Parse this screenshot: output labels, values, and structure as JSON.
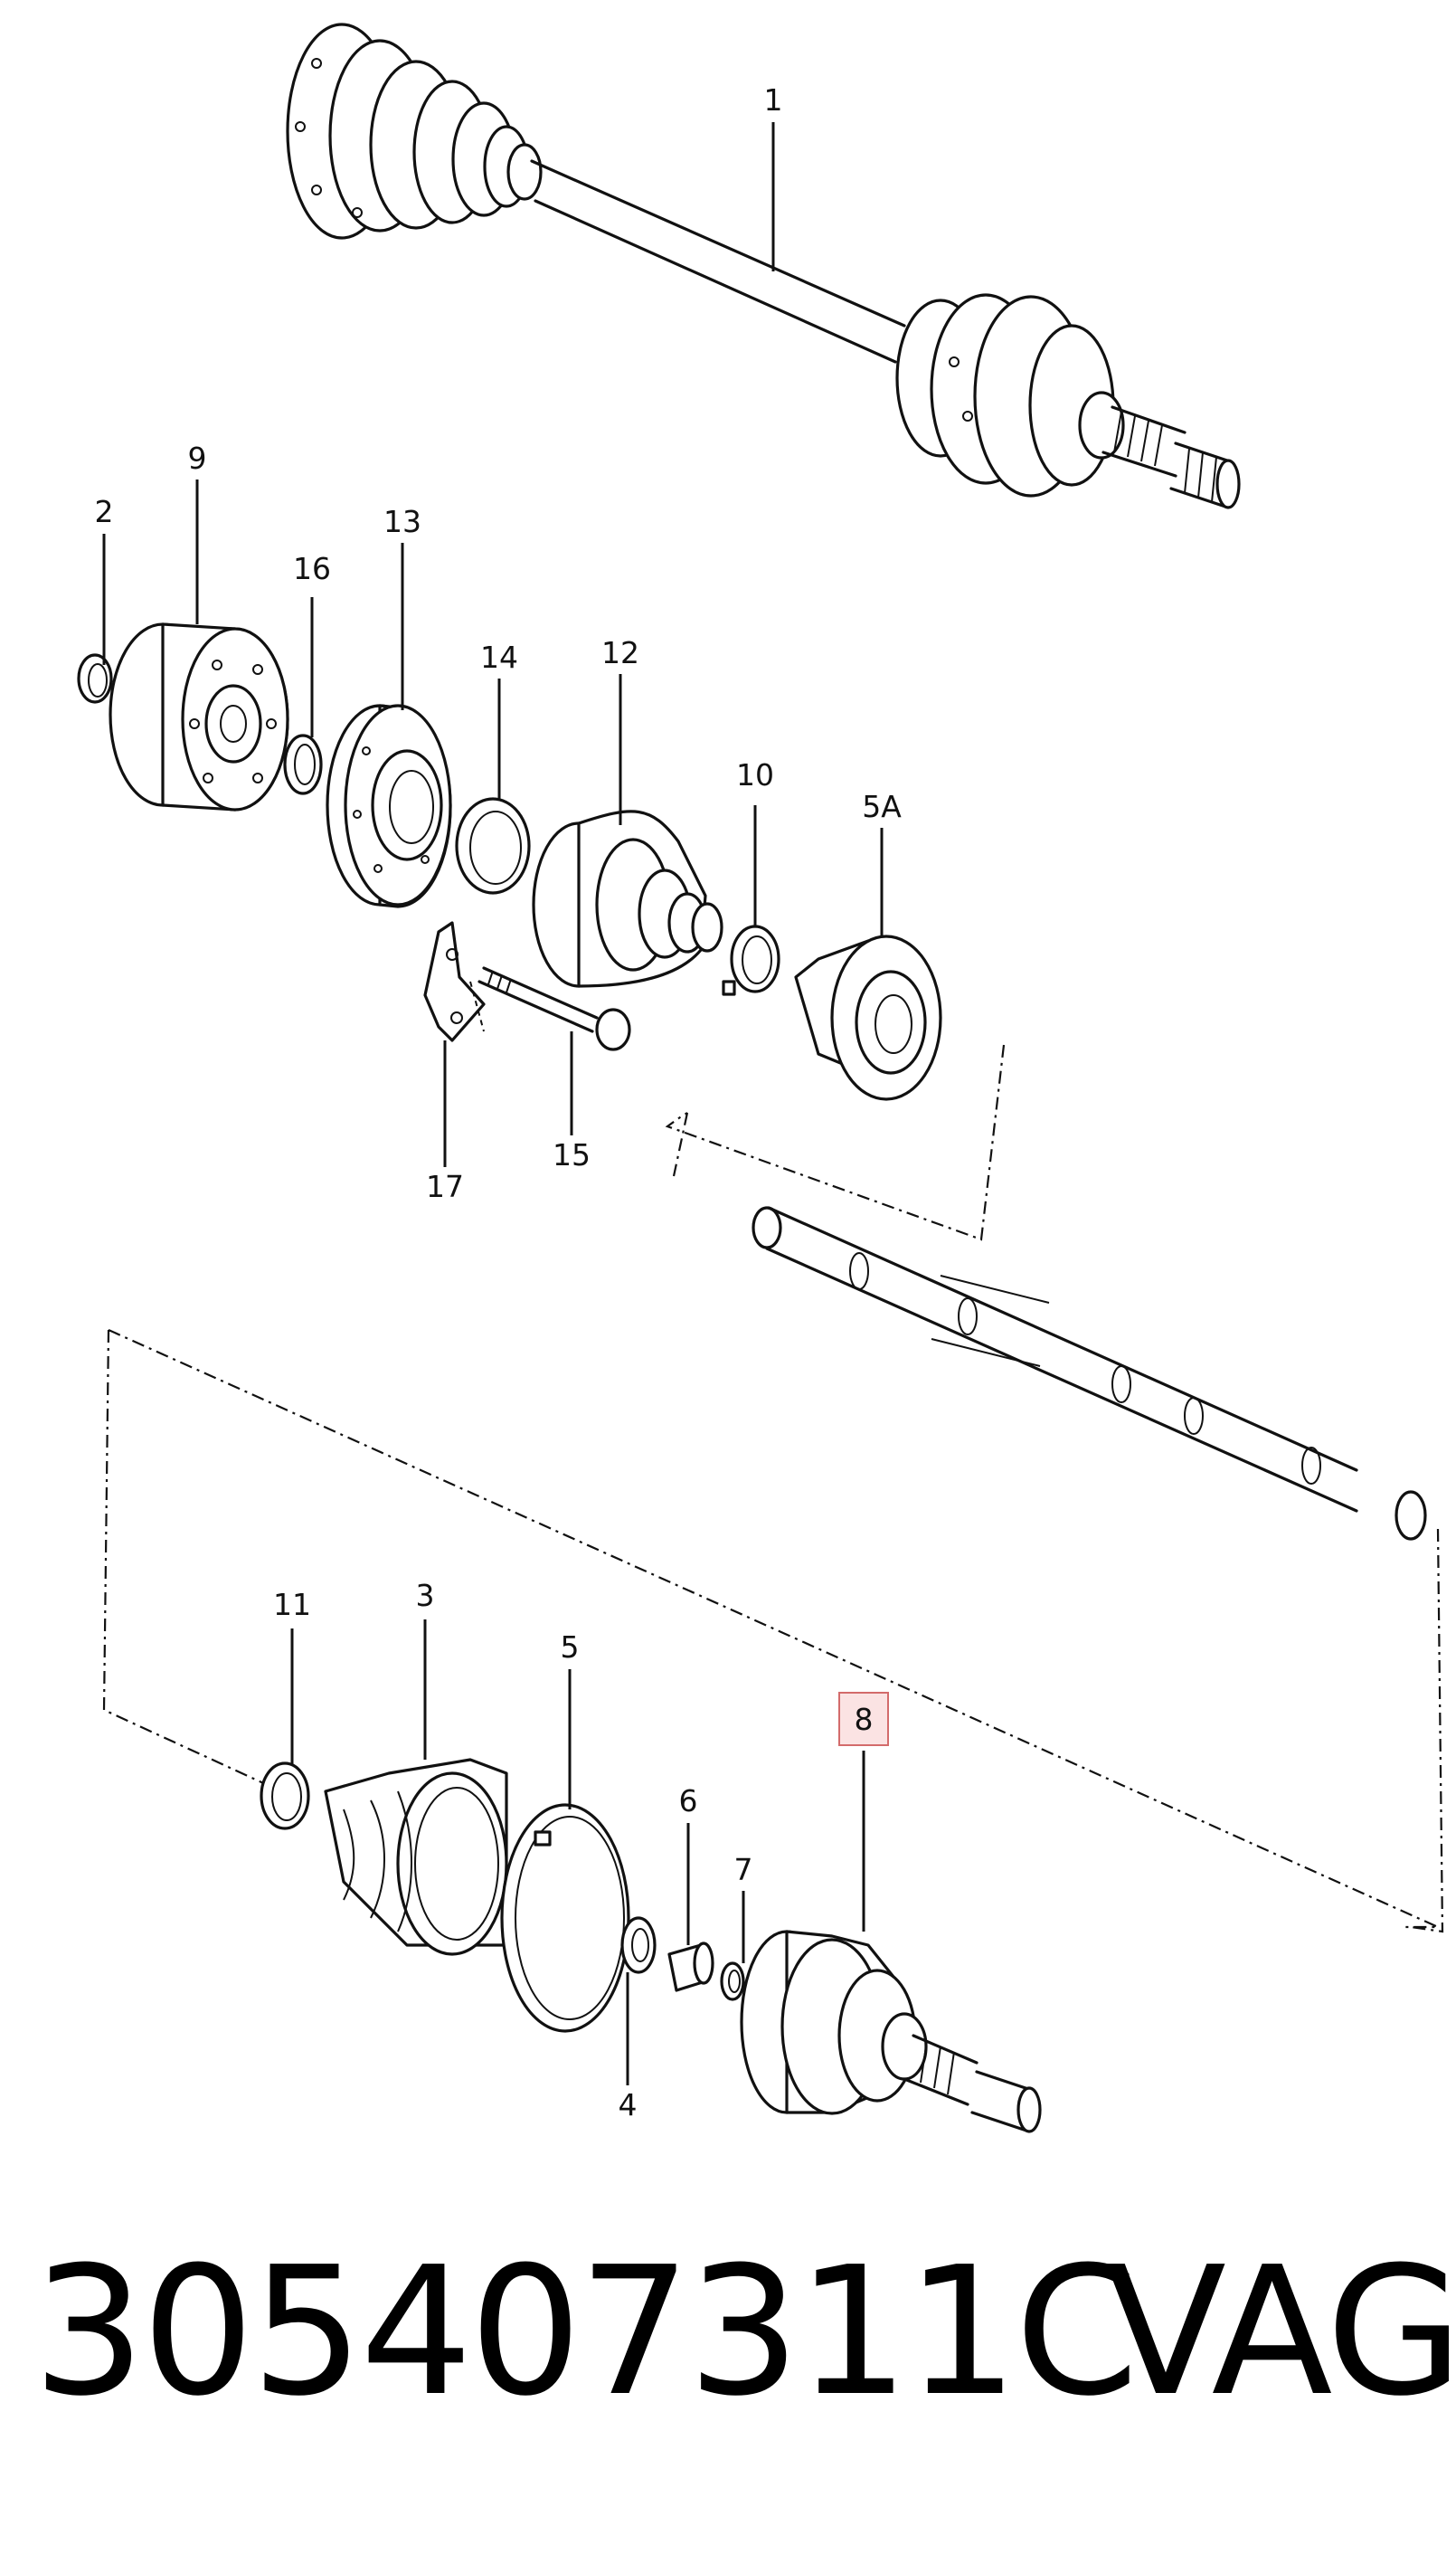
{
  "labels": {
    "p1": "1",
    "p2": "2",
    "p3": "3",
    "p4": "4",
    "p5": "5",
    "p5a": "5A",
    "p6": "6",
    "p7": "7",
    "p8": "8",
    "p9": "9",
    "p10": "10",
    "p11": "11",
    "p12": "12",
    "p13": "13",
    "p14": "14",
    "p15": "15",
    "p16": "16",
    "p17": "17"
  },
  "highlighted_part": "8",
  "colors": {
    "highlight_fill": "#fbe3e3",
    "highlight_border": "#d36b6b",
    "ink": "#111111"
  },
  "footer": {
    "part_number": "305407311C",
    "brand": "VAG"
  }
}
